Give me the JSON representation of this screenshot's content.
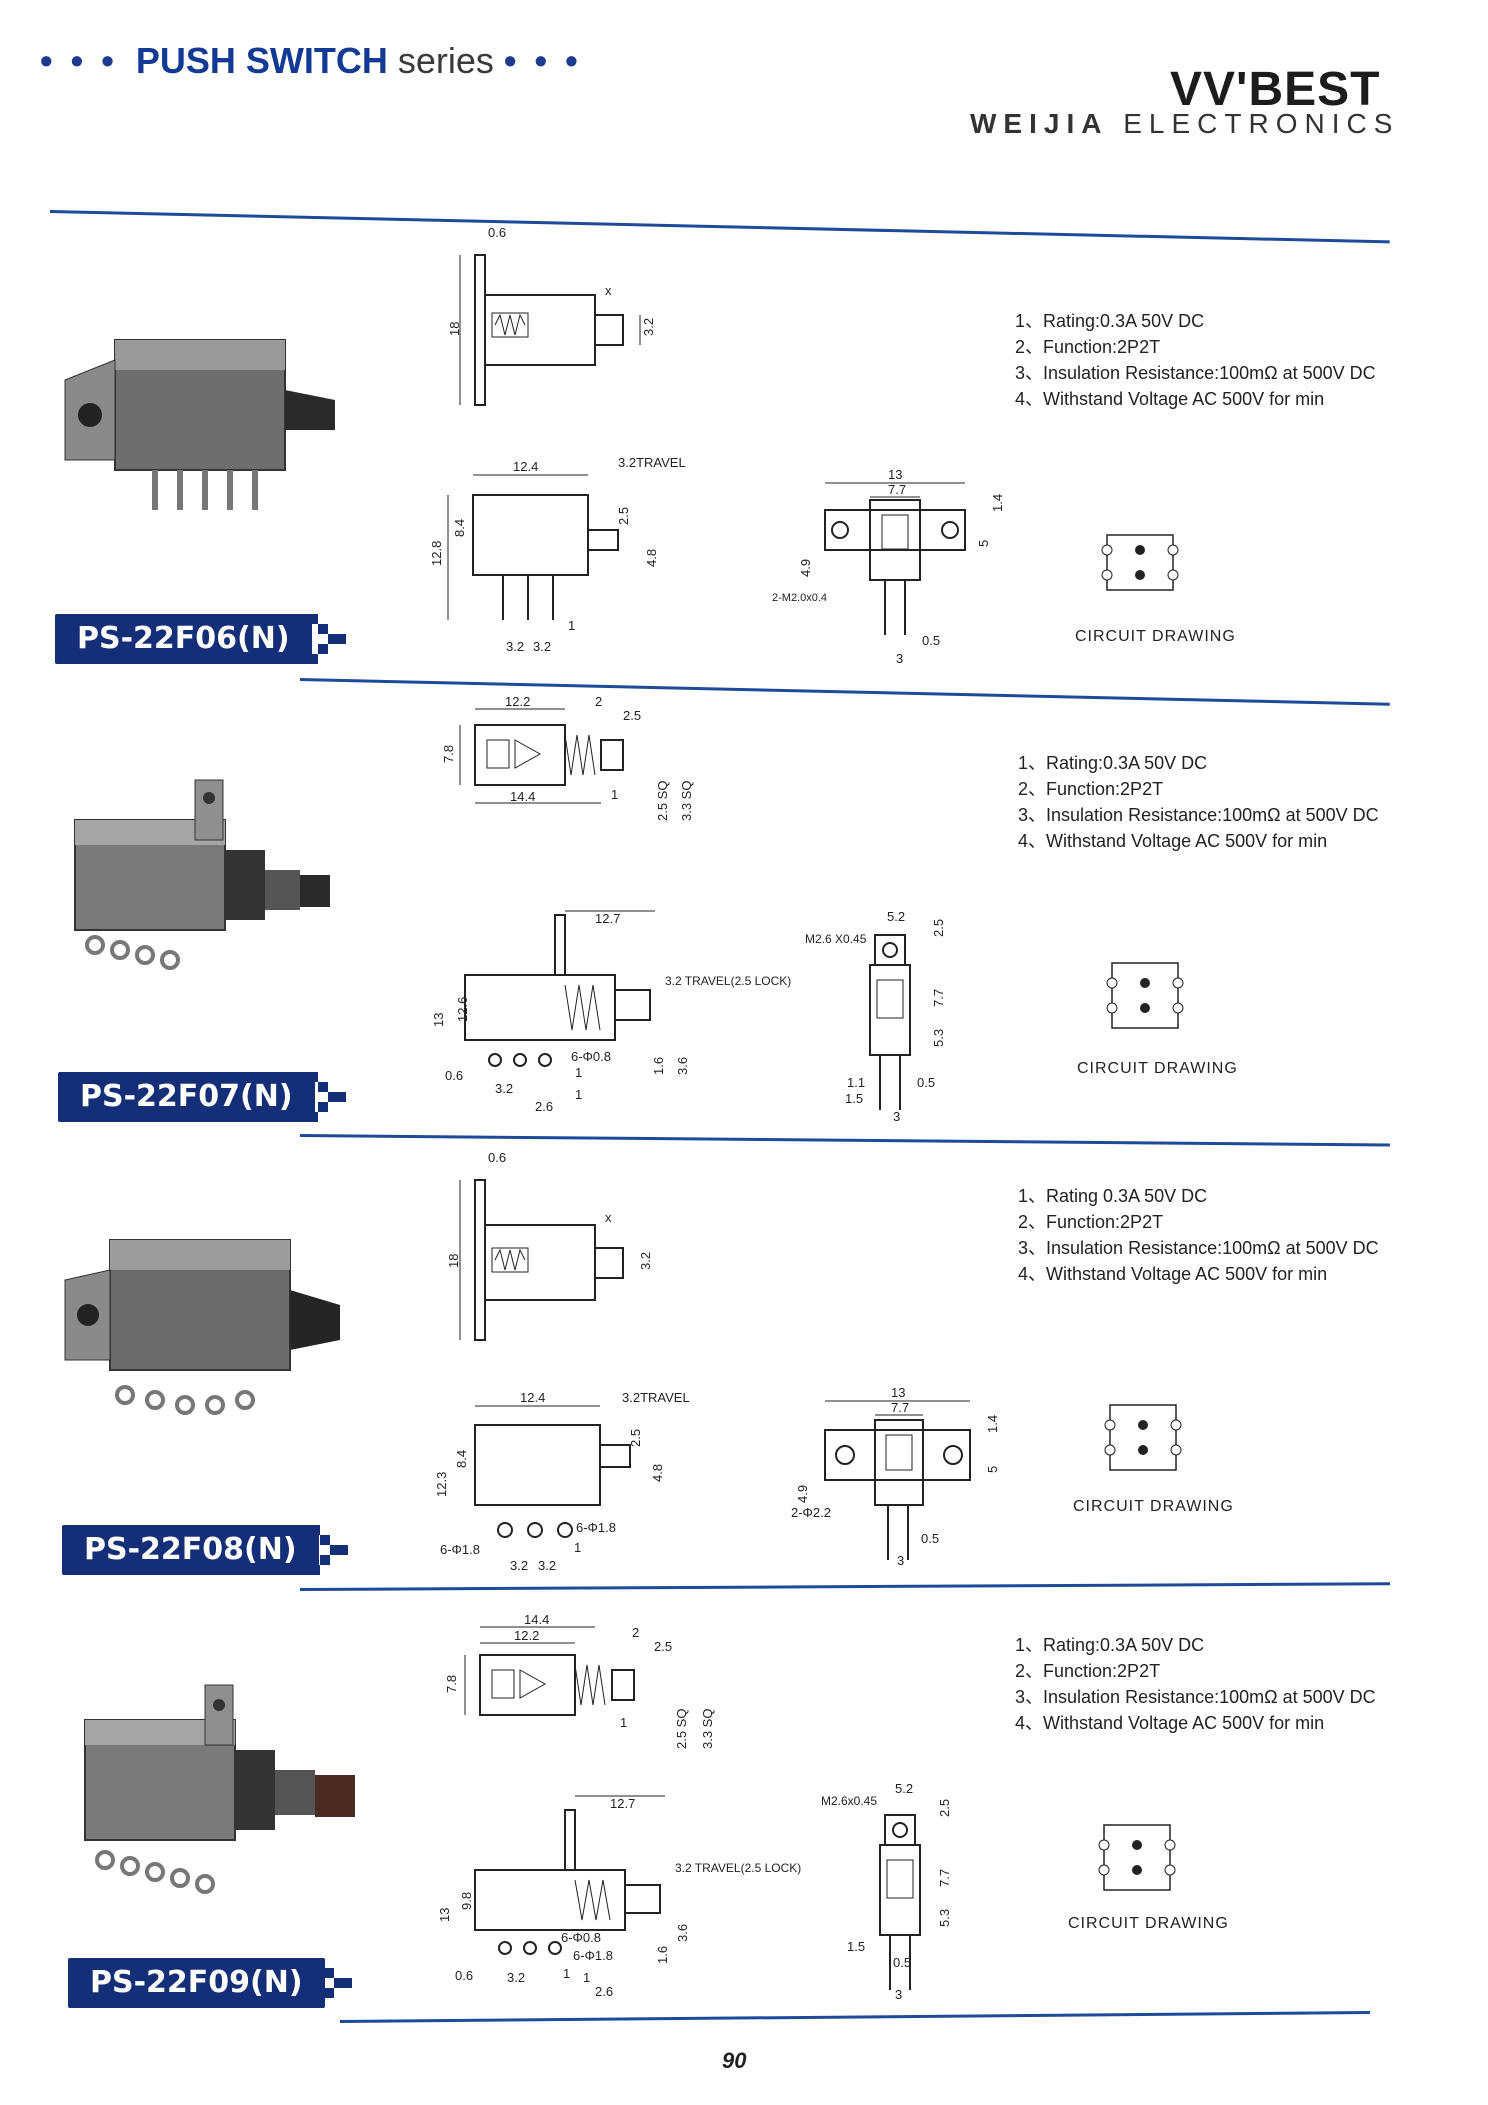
{
  "header": {
    "dots": "• • •",
    "title_strong": "PUSH SWITCH",
    "title_light": "series",
    "dots_end": "• • •",
    "logo": "VV'BEST",
    "company_bold": "WEIJIA",
    "company_rest": "ELECTRONICS"
  },
  "products": [
    {
      "model": "PS-22F06(N)",
      "specs": [
        "1、Rating:0.3A 50V DC",
        "2、Function:2P2T",
        "3、Insulation Resistance:100mΩ at 500V DC",
        "4、Withstand Voltage AC 500V for min"
      ],
      "circuit_label": "CIRCUIT DRAWING"
    },
    {
      "model": "PS-22F07(N)",
      "specs": [
        "1、Rating:0.3A 50V DC",
        "2、Function:2P2T",
        "3、Insulation Resistance:100mΩ at 500V DC",
        "4、Withstand Voltage AC 500V for min"
      ],
      "circuit_label": "CIRCUIT DRAWING"
    },
    {
      "model": "PS-22F08(N)",
      "specs": [
        "1、Rating 0.3A 50V DC",
        "2、Function:2P2T",
        "3、Insulation Resistance:100mΩ at 500V DC",
        "4、Withstand Voltage AC 500V for min"
      ],
      "circuit_label": "CIRCUIT DRAWING"
    },
    {
      "model": "PS-22F09(N)",
      "specs": [
        "1、Rating:0.3A 50V DC",
        "2、Function:2P2T",
        "3、Insulation Resistance:100mΩ at 500V DC",
        "4、Withstand Voltage AC 500V for min"
      ],
      "circuit_label": "CIRCUIT DRAWING"
    }
  ],
  "dims": {
    "d06": [
      "0.6",
      "18",
      "x",
      "3.2",
      "12.4",
      "3.2TRAVEL",
      "12.8",
      "8.4",
      "2.5",
      "4.8",
      "1",
      "3.2",
      "3.2",
      "13",
      "7.7",
      "1.4",
      "4.9",
      "5",
      "2-M2.0x0.4",
      "0.5",
      "3"
    ],
    "d07": [
      "12.2",
      "2",
      "2.5",
      "7.8",
      "14.4",
      "1",
      "2.5 SQ",
      "3.3 SQ",
      "12.7",
      "3.2 TRAVEL(2.5 LOCK)",
      "13",
      "12.6",
      "6-Φ0.8",
      "1.6",
      "3.6",
      "0.6",
      "1",
      "3.2",
      "2.6",
      "1",
      "M2.6 X0.45",
      "5.2",
      "2.5",
      "7.7",
      "5.3",
      "1.1",
      "1.5",
      "0.5",
      "3"
    ],
    "d08": [
      "0.6",
      "18",
      "x",
      "3.2",
      "12.4",
      "3.2TRAVEL",
      "12.3",
      "8.4",
      "2.5",
      "4.8",
      "6-Φ1.8",
      "6-Φ1.8",
      "1",
      "3.2",
      "3.2",
      "13",
      "7.7",
      "1.4",
      "4.9",
      "5",
      "2-Φ2.2",
      "0.5",
      "3"
    ],
    "d09": [
      "14.4",
      "12.2",
      "2",
      "2.5",
      "7.8",
      "1",
      "2.5 SQ",
      "3.3 SQ",
      "12.7",
      "3.2 TRAVEL(2.5 LOCK)",
      "13",
      "9.8",
      "6-Φ0.8",
      "6-Φ1.8",
      "1.6",
      "3.6",
      "0.6",
      "3.2",
      "1",
      "1",
      "2.6",
      "M2.6x0.45",
      "5.2",
      "2.5",
      "7.7",
      "5.3",
      "1.5",
      "0.5",
      "3"
    ]
  },
  "page_number": "90"
}
